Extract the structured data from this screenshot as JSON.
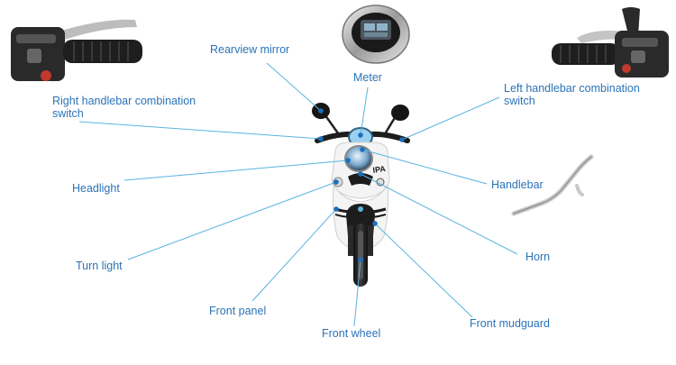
{
  "labels": {
    "rearview_mirror": "Rearview mirror",
    "meter": "Meter",
    "right_switch_line1": "Right handlebar combination",
    "right_switch_line2": "switch",
    "left_switch_line1": "Left handlebar combination",
    "left_switch_line2": "switch",
    "headlight": "Headlight",
    "handlebar": "Handlebar",
    "turn_light": "Turn light",
    "horn": "Horn",
    "front_panel": "Front panel",
    "front_mudguard": "Front mudguard",
    "front_wheel": "Front wheel"
  },
  "colors": {
    "label_text": "#2b73b8",
    "leader_line": "#5ab4e0",
    "callout_dot": "#1a6fc0",
    "body_white": "#f4f4f4",
    "body_dark": "#1c1c1c"
  },
  "icons": {
    "meter_inset": "speedometer-icon",
    "left_switch_inset": "left-handlebar-switch-icon",
    "right_switch_inset": "right-handlebar-switch-icon",
    "handlebar_inset": "handlebar-bar-icon"
  }
}
